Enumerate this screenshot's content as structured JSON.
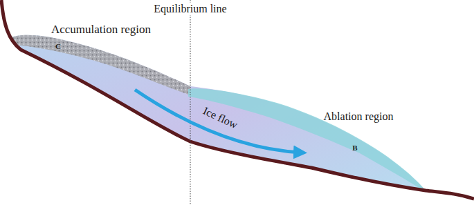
{
  "diagram": {
    "labels": [
      "Equilibrium line",
      "Accumulation region",
      "C",
      "Ice flow",
      "Ablation region",
      "B"
    ]
  }
}
